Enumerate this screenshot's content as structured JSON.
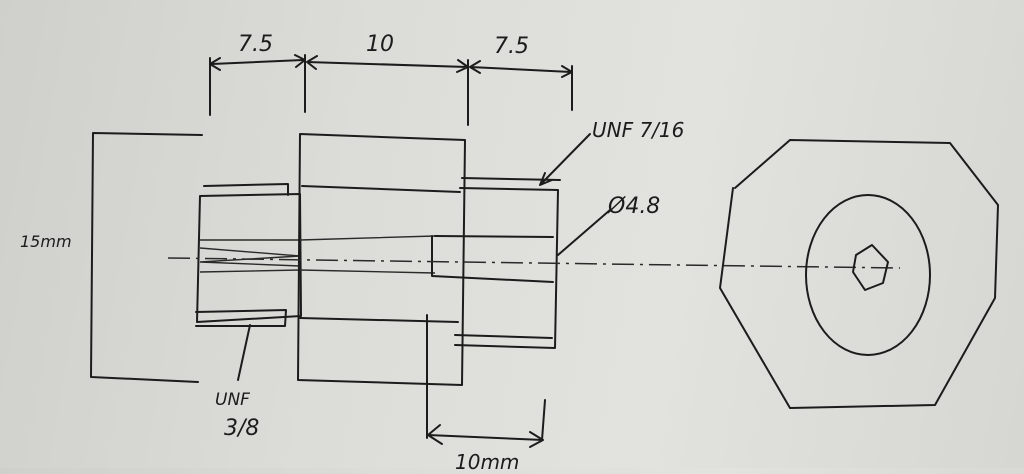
{
  "dimensions": {
    "left_length": "7.5",
    "middle_length": "10",
    "right_length": "7.5",
    "diameter_label": "15mm",
    "bottom_length": "10mm"
  },
  "annotations": {
    "right_thread": "UNF 7/16",
    "bore": "Ø4.8",
    "left_thread_line1": "UNF",
    "left_thread_line2": "3/8"
  }
}
